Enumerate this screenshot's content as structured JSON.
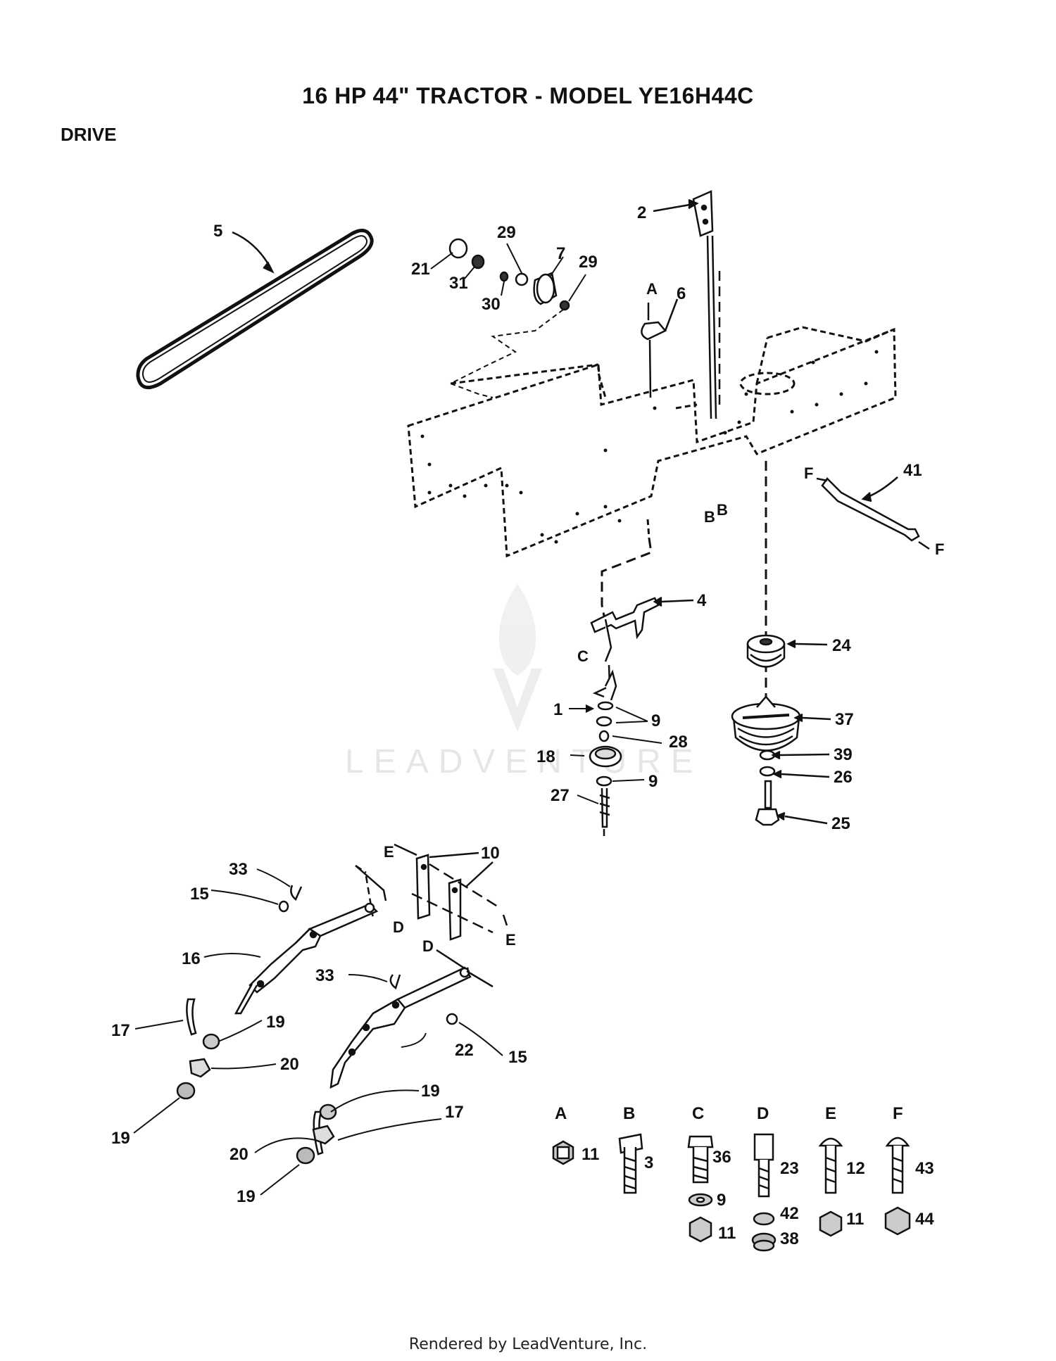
{
  "header": {
    "title": "16 HP 44\" TRACTOR - MODEL YE16H44C",
    "section": "DRIVE"
  },
  "callouts": {
    "c1": "1",
    "c2": "2",
    "c3": "3",
    "c4": "4",
    "c5": "5",
    "c6": "6",
    "c7": "7",
    "c9a": "9",
    "c9b": "9",
    "c9c": "9",
    "c10": "10",
    "c11a": "11",
    "c11c": "11",
    "c11e": "11",
    "c12": "12",
    "c15a": "15",
    "c15b": "15",
    "c16": "16",
    "c17a": "17",
    "c17b": "17",
    "c18": "18",
    "c19a": "19",
    "c19b": "19",
    "c19c": "19",
    "c19d": "19",
    "c20a": "20",
    "c20b": "20",
    "c21": "21",
    "c22": "22",
    "c23": "23",
    "c24": "24",
    "c25": "25",
    "c26": "26",
    "c27": "27",
    "c28": "28",
    "c29a": "29",
    "c29b": "29",
    "c30": "30",
    "c31": "31",
    "c33a": "33",
    "c33b": "33",
    "c36": "36",
    "c37": "37",
    "c38": "38",
    "c39": "39",
    "c41": "41",
    "c42": "42",
    "c43": "43",
    "c44": "44"
  },
  "connectors": {
    "A": "A",
    "B1": "B",
    "B2": "B",
    "C": "C",
    "D1": "D",
    "D2": "D",
    "E1": "E",
    "E2": "E",
    "F1": "F",
    "F2": "F"
  },
  "hardware_groups": {
    "A": "A",
    "B": "B",
    "C": "C",
    "D": "D",
    "E": "E",
    "F": "F"
  },
  "watermark": "LEADVENTURE",
  "footer": "Rendered by LeadVenture, Inc."
}
